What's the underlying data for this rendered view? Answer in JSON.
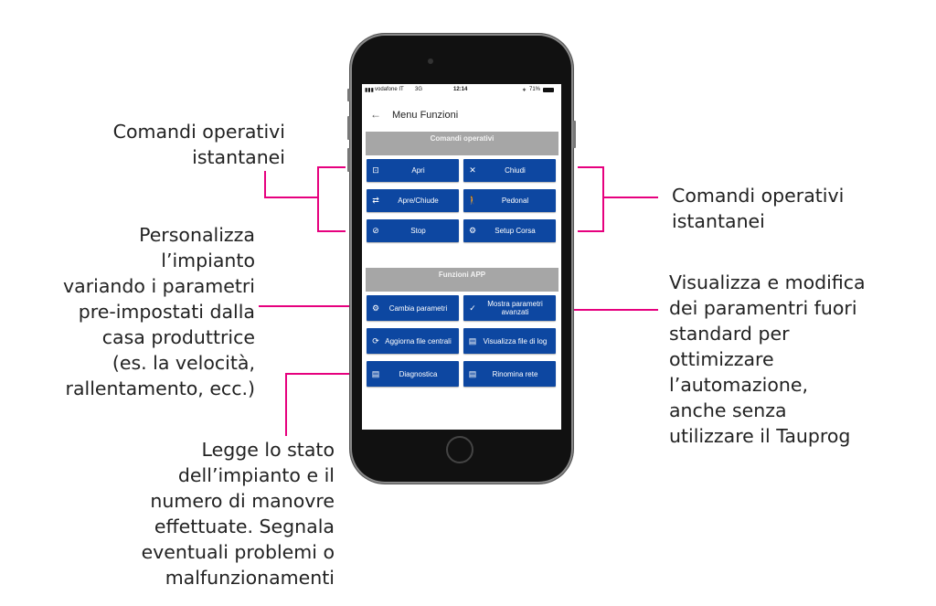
{
  "annotations": {
    "top_left": "Comandi operativi\nistantanei",
    "top_right": "Comandi operativi\nistantanei",
    "middle_left": "Personalizza\nl’impianto\nvariando i parametri\npre-impostati dalla\ncasa produttrice\n(es. la velocità,\nrallentamento, ecc.)",
    "middle_right": "Visualizza e modifica\ndei paramentri fuori\nstandard per\nottimizzare\nl’automazione,\nanche senza\nutilizzare il Tauprog",
    "bottom_left": "Legge lo stato\ndell’impianto e il\nnumero di manovre\neffettuate. Segnala\neventuali problemi o\nmalfunzionamenti"
  },
  "status_bar": {
    "carrier": "vodafone IT",
    "network": "3G",
    "time": "12:14",
    "battery": "71%"
  },
  "header": {
    "title": "Menu Funzioni"
  },
  "sections": [
    {
      "title": "Comandi operativi",
      "buttons": [
        {
          "label": "Apri",
          "icon": "open-icon"
        },
        {
          "label": "Chiudi",
          "icon": "close-icon"
        },
        {
          "label": "Apre/Chiude",
          "icon": "toggle-arrows-icon"
        },
        {
          "label": "Pedonal",
          "icon": "pedestrian-icon"
        },
        {
          "label": "Stop",
          "icon": "stop-icon"
        },
        {
          "label": "Setup Corsa",
          "icon": "gear-icon"
        }
      ]
    },
    {
      "title": "Funzioni APP",
      "buttons": [
        {
          "label": "Cambia parametri",
          "icon": "gear-icon"
        },
        {
          "label": "Mostra parametri avanzati",
          "icon": "check-icon"
        },
        {
          "label": "Aggiorna file centrali",
          "icon": "refresh-icon"
        },
        {
          "label": "Visualizza file di log",
          "icon": "document-icon"
        },
        {
          "label": "Diagnostica",
          "icon": "document-icon"
        },
        {
          "label": "Rinomina rete",
          "icon": "document-icon"
        }
      ]
    }
  ],
  "colors": {
    "accent": "#e6007e",
    "button": "#0d47a1",
    "section": "#a6a6a6"
  }
}
